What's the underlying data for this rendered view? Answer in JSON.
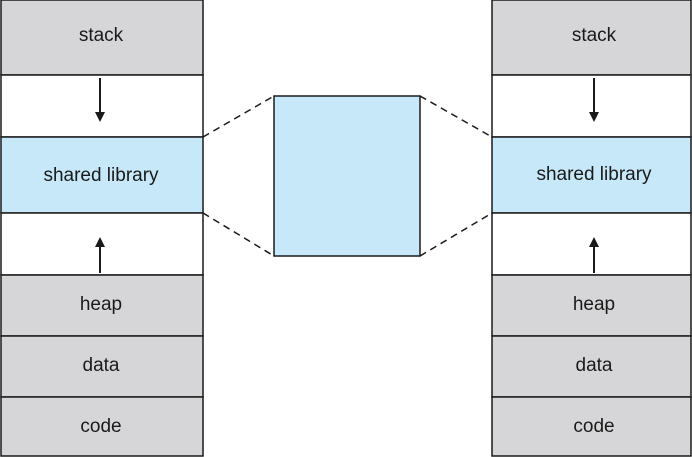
{
  "colors": {
    "region_gray": "#d6d6d8",
    "shared_library": "#c6e8f8",
    "gap": "#ffffff",
    "border": "#1a1a1a"
  },
  "left_address_space": {
    "segments": [
      {
        "key": "stack",
        "label": "stack"
      },
      {
        "key": "gap_down",
        "label": ""
      },
      {
        "key": "shared_library",
        "label": "shared library"
      },
      {
        "key": "gap_up",
        "label": ""
      },
      {
        "key": "heap",
        "label": "heap"
      },
      {
        "key": "data",
        "label": "data"
      },
      {
        "key": "code",
        "label": "code"
      }
    ]
  },
  "right_address_space": {
    "segments": [
      {
        "key": "stack",
        "label": "stack"
      },
      {
        "key": "gap_down",
        "label": ""
      },
      {
        "key": "shared_library",
        "label": "shared library"
      },
      {
        "key": "gap_up",
        "label": ""
      },
      {
        "key": "heap",
        "label": "heap"
      },
      {
        "key": "data",
        "label": "data"
      },
      {
        "key": "code",
        "label": "code"
      }
    ]
  },
  "shared_pages": {
    "label": ""
  }
}
